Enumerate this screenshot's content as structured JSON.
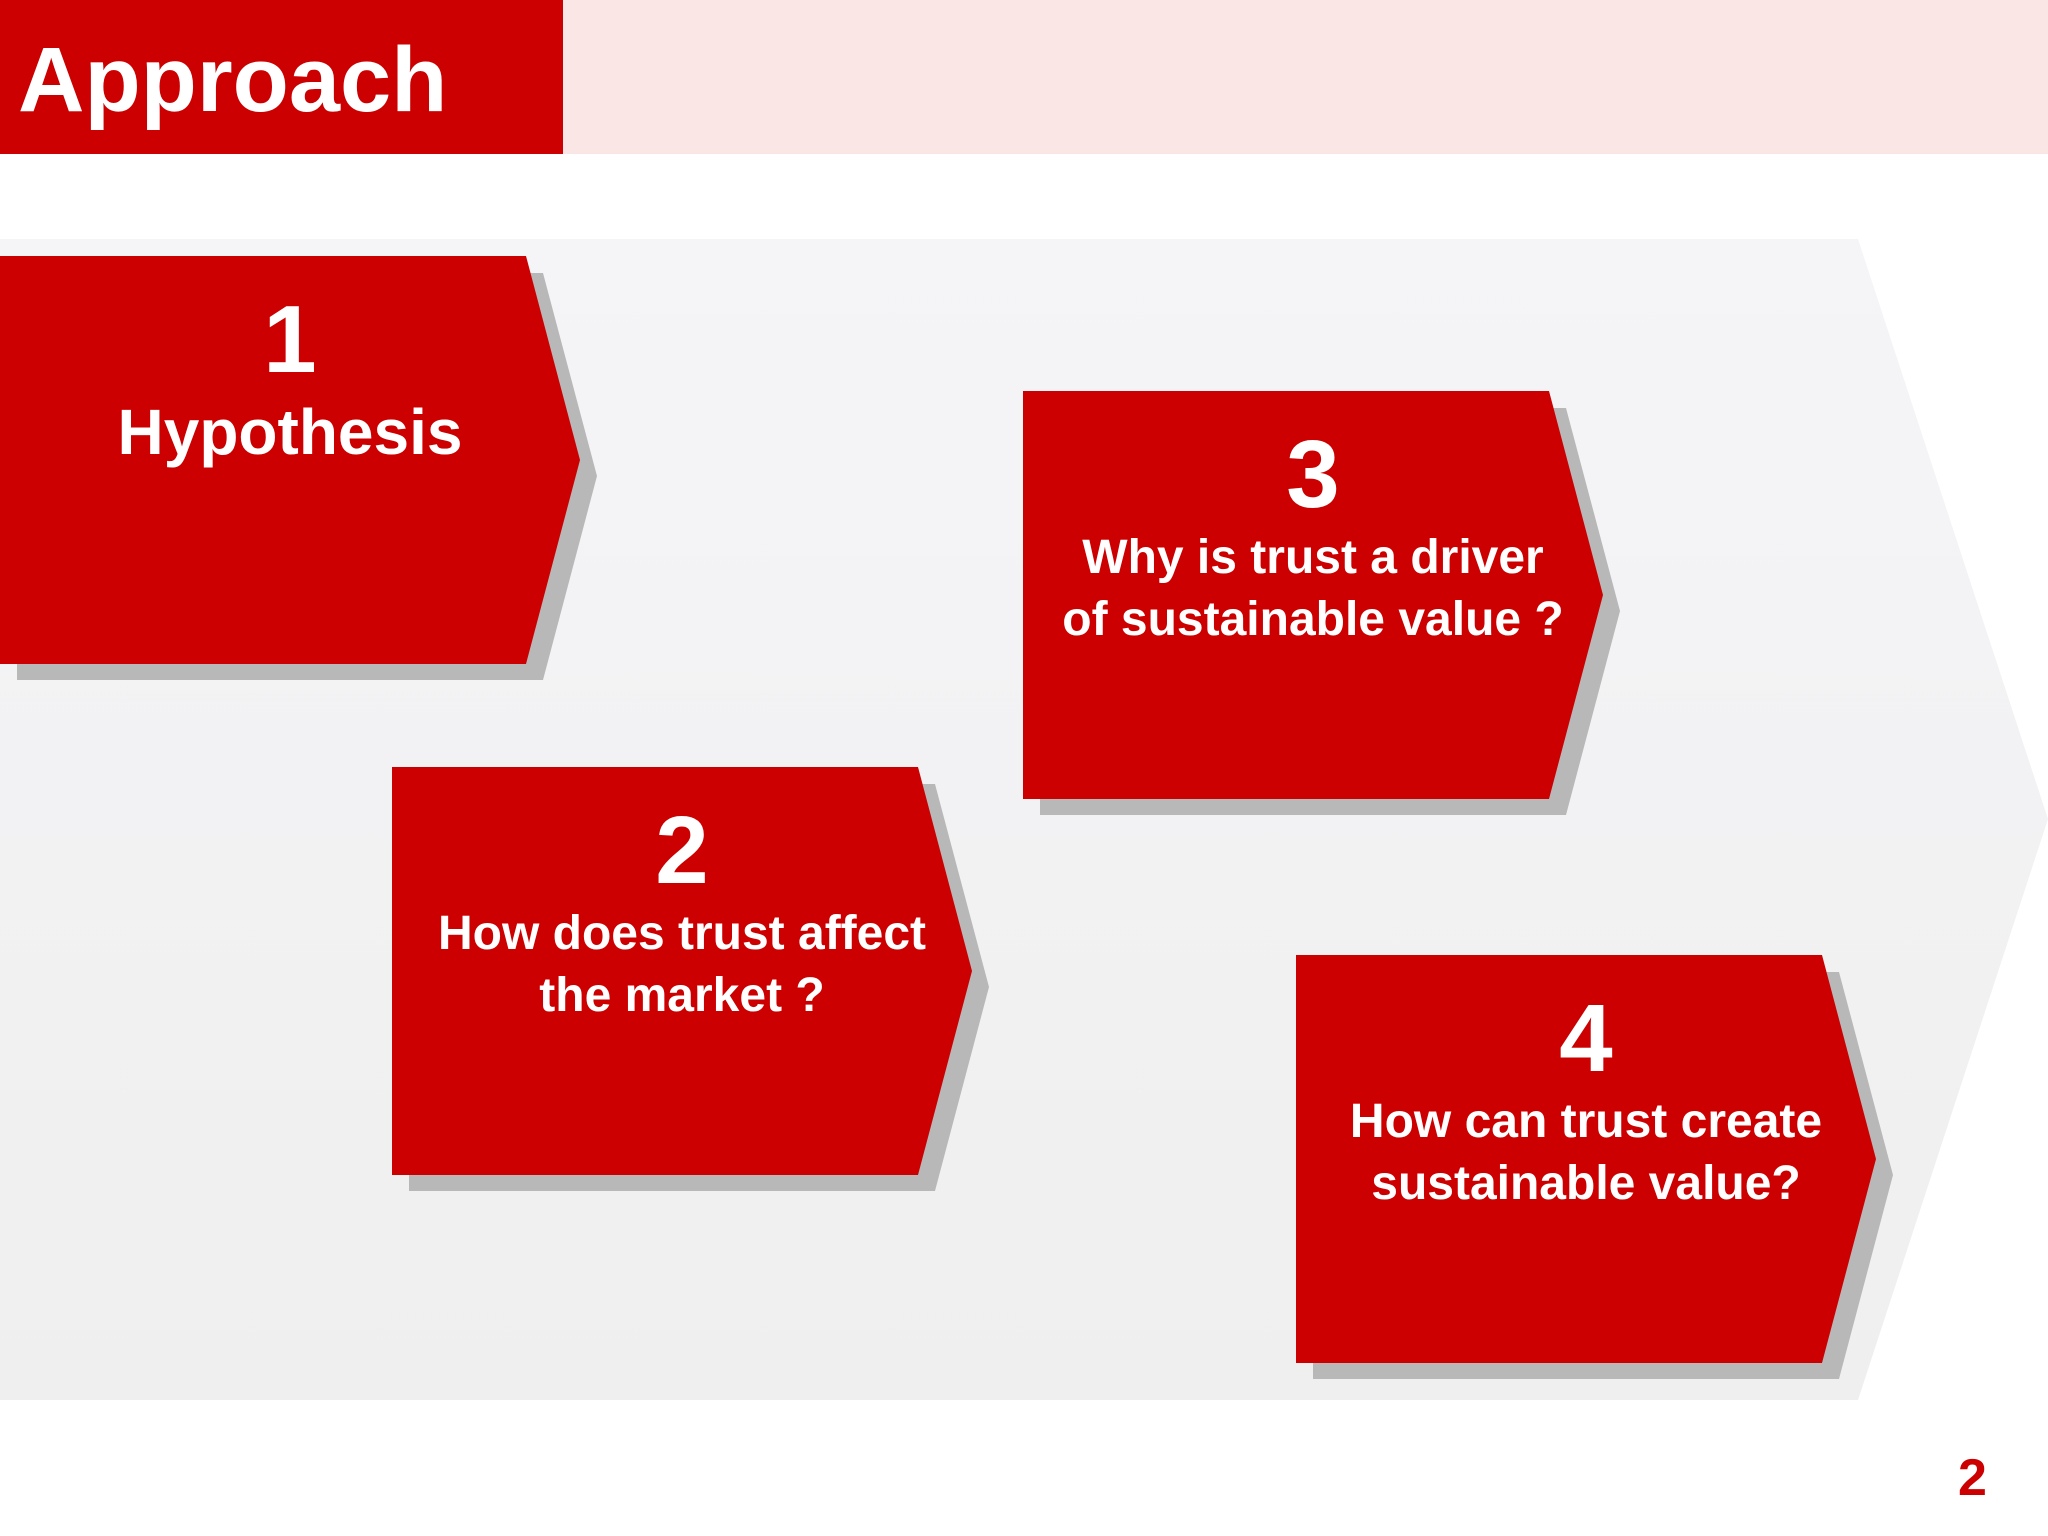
{
  "slide": {
    "title": "Approach",
    "page_number": "2"
  },
  "colors": {
    "accent": "#cc0000",
    "title_band": "#fbe6e6",
    "background_arrow": "#f2f2f3",
    "shadow": "#b8b8b8"
  },
  "steps": [
    {
      "number": "1",
      "line1": "Hypothesis",
      "line2": ""
    },
    {
      "number": "2",
      "line1": "How does trust affect",
      "line2": "the market ?"
    },
    {
      "number": "3",
      "line1": "Why is trust a driver",
      "line2": "of sustainable value ?"
    },
    {
      "number": "4",
      "line1": "How can trust create",
      "line2": "sustainable value?"
    }
  ]
}
